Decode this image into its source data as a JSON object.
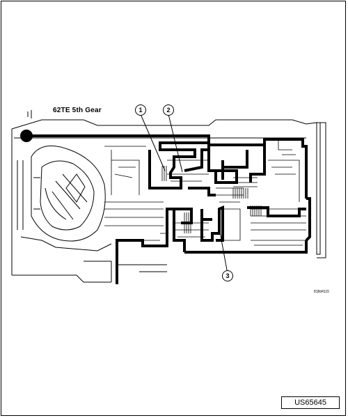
{
  "diagram": {
    "title": "62TE 5th Gear",
    "callouts": [
      "1",
      "2",
      "3"
    ],
    "drawing_code": "818d4115"
  },
  "footer": {
    "figure_id": "US65645"
  },
  "colors": {
    "line": "#000000",
    "background": "#ffffff"
  }
}
